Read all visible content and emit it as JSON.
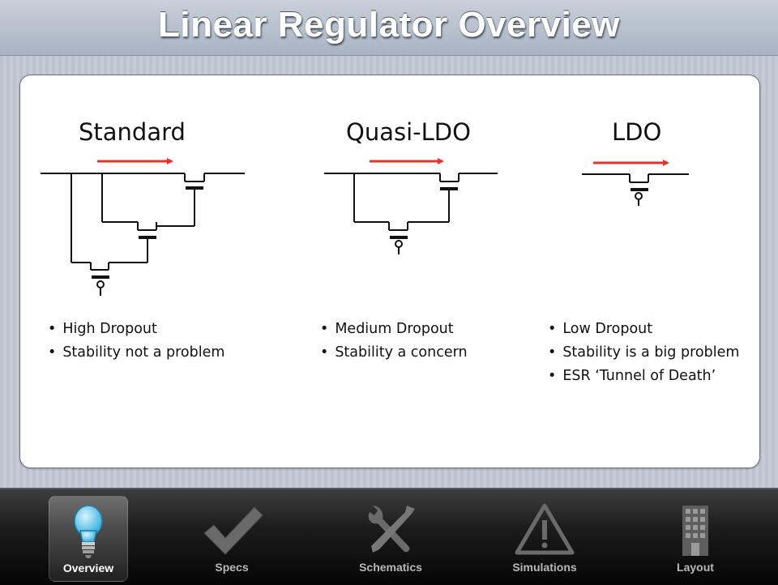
{
  "header": {
    "title": "Linear Regulator Overview"
  },
  "columns": [
    {
      "title": "Standard",
      "bullets": [
        "High Dropout",
        "Stability not a problem"
      ]
    },
    {
      "title": "Quasi-LDO",
      "bullets": [
        "Medium Dropout",
        "Stability a concern"
      ]
    },
    {
      "title": "LDO",
      "bullets": [
        "Low Dropout",
        "Stability is a big problem",
        "ESR ‘Tunnel of Death’"
      ]
    }
  ],
  "colors": {
    "arrow": "#e8322a",
    "wire": "#111111",
    "active_tab_label": "#ffffff",
    "tab_label": "#b8b8b8",
    "bulb": "#7fd3f0"
  },
  "tabbar": {
    "tabs": [
      {
        "label": "Overview",
        "icon": "lightbulb-icon",
        "active": true
      },
      {
        "label": "Specs",
        "icon": "checkmark-icon",
        "active": false
      },
      {
        "label": "Schematics",
        "icon": "tools-icon",
        "active": false
      },
      {
        "label": "Simulations",
        "icon": "warning-icon",
        "active": false
      },
      {
        "label": "Layout",
        "icon": "building-icon",
        "active": false
      }
    ]
  }
}
